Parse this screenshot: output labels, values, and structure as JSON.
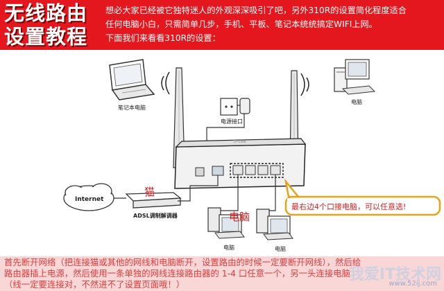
{
  "banner": {
    "title_line1": "无线路由",
    "title_line2": "设置教程",
    "text_line1": "想必大家已经被它独特迷人的外观深深吸引了吧，另外310R的设置简化程度适合",
    "text_line2": "任何电脑小白，只需简单几步，手机、平板、笔记本统统搞定WIFI上网。",
    "text_line3": "下面我们来看看310R的设置："
  },
  "diagram": {
    "laptop_label": "笔记本电脑",
    "desktop_top_label": "电脑",
    "power_label": "电源接口",
    "internet_label": "Internet",
    "modem_label": "ADSL调制解调器",
    "modem_tag": "猫",
    "pc_tag": "电脑",
    "pc1_label": "电脑",
    "pc2_label": "电脑",
    "callout": "最右边4个口接电脑，可以任意选!"
  },
  "bottom": {
    "line1": "首先断开网络（把连接猫或其他的网线和电脑断开，设置路由的时候一定要断开网线），然后给",
    "line2": "路由器插上电源，然后使用一条单独的网线连接路由器的 1-4 口任意一个，另一头连接电脑",
    "line3": "（线一定要连接对，不然进不了设置页面哦！）",
    "watermark": "我爱IT技术网",
    "watermark_url": "www.52ij.com"
  }
}
